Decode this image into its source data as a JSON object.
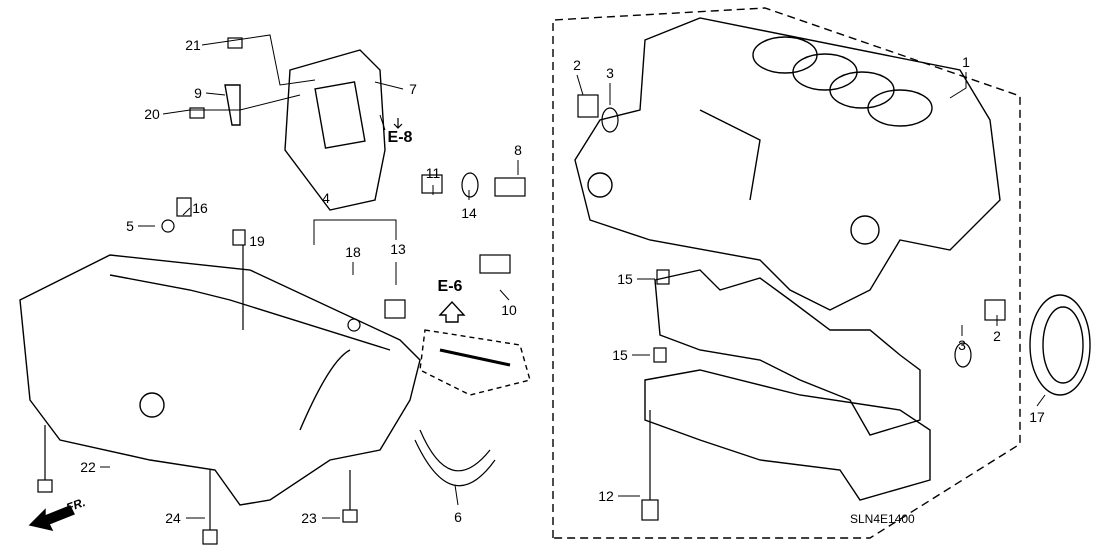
{
  "callouts": [
    "21",
    "9",
    "20",
    "7",
    "16",
    "5",
    "19",
    "4",
    "18",
    "13",
    "11",
    "14",
    "8",
    "10",
    "2",
    "3",
    "1",
    "15",
    "15",
    "3",
    "2",
    "17",
    "12",
    "22",
    "24",
    "23",
    "6"
  ],
  "references": {
    "e8": "E-8",
    "e6": "E-6"
  },
  "front_marker": "FR.",
  "diagram_code": "SLN4E1400",
  "colors": {
    "line": "#000000",
    "background": "#ffffff"
  }
}
